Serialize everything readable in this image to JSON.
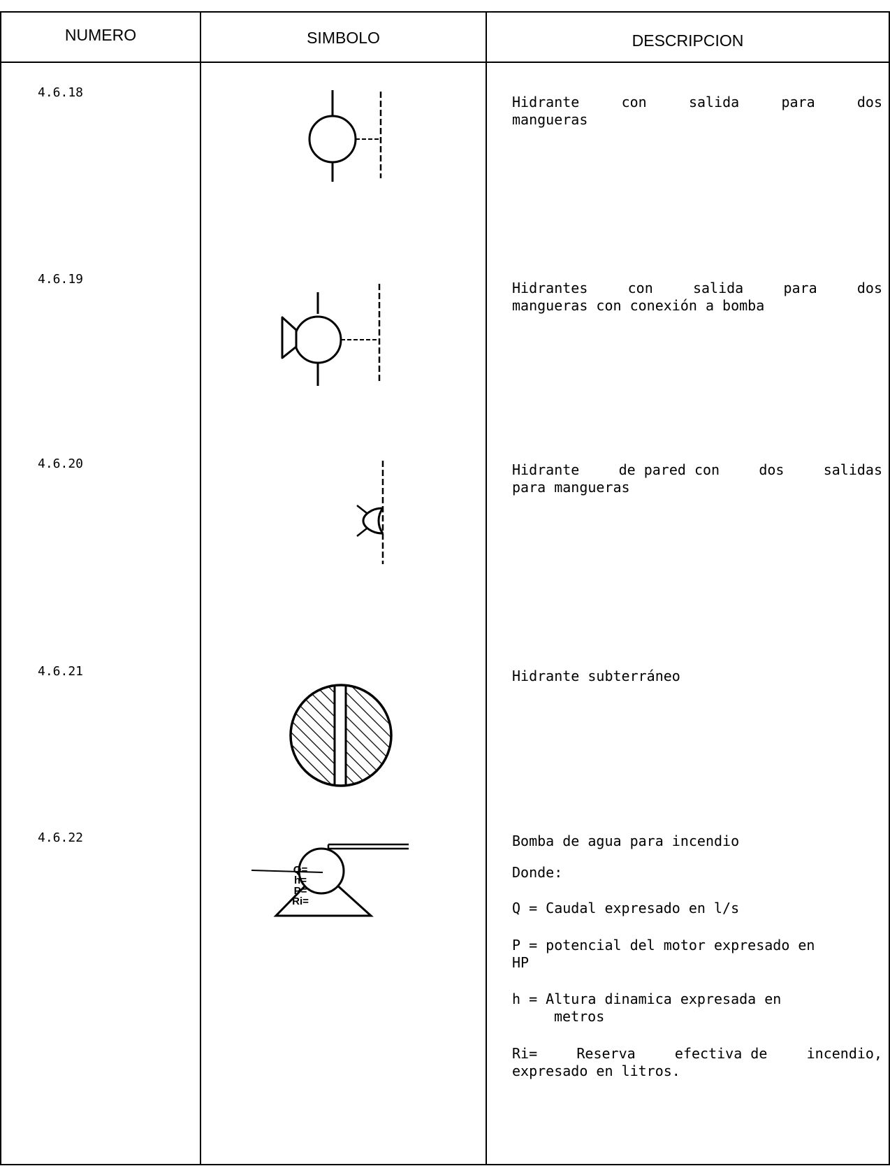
{
  "header": {
    "numero": "NUMERO",
    "simbolo": "SIMBOLO",
    "descripcion": "DESCRIPCION"
  },
  "rows": [
    {
      "number": "4.6.18",
      "symbol_icon": "hydrant-two-hose-outlets-icon",
      "description": [
        "Hidrante con salida para dos",
        "mangueras"
      ]
    },
    {
      "number": "4.6.19",
      "symbol_icon": "hydrant-two-hose-pump-connection-icon",
      "description": [
        "Hidrantes con salida para dos",
        "mangueras con conexión a bomba"
      ]
    },
    {
      "number": "4.6.20",
      "symbol_icon": "wall-hydrant-two-outlets-icon",
      "description": [
        "Hidrante de pared con dos salidas",
        "para mangueras"
      ]
    },
    {
      "number": "4.6.21",
      "symbol_icon": "underground-hydrant-icon",
      "description": [
        "Hidrante subterráneo"
      ]
    },
    {
      "number": "4.6.22",
      "symbol_icon": "fire-water-pump-icon",
      "symbol_labels": [
        "Q=",
        "h=",
        "P=",
        "Ri="
      ],
      "description": {
        "title": "Bomba de agua para incendio",
        "donde": "Donde:",
        "q": "Q = Caudal expresado en l/s",
        "p": [
          "P = potencial del motor expresado en",
          "HP"
        ],
        "h": [
          "h = Altura dinamica expresada en",
          "metros"
        ],
        "ri": [
          "Ri= Reserva efectiva de incendio,",
          "expresado en litros."
        ]
      }
    }
  ]
}
